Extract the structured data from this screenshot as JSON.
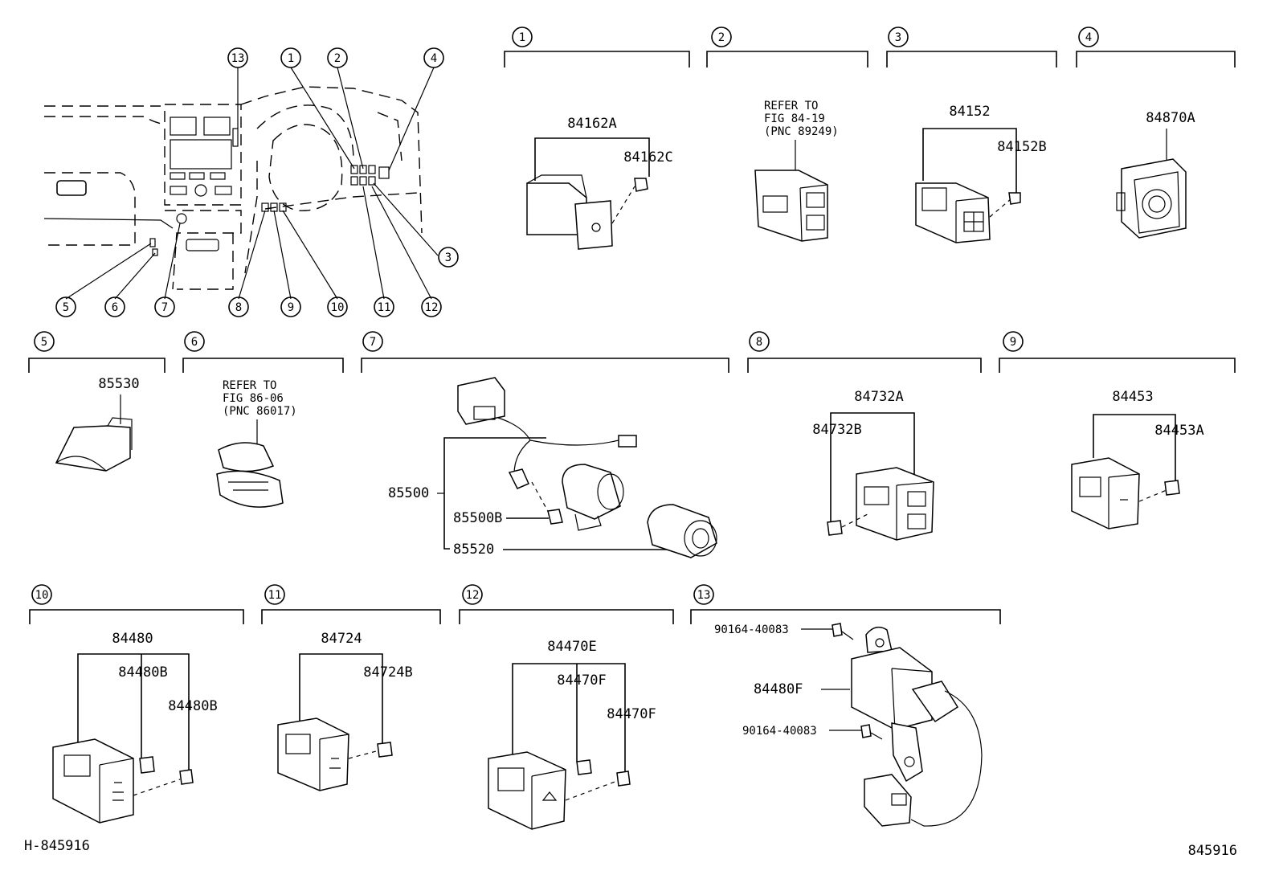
{
  "overview": {
    "callouts": [
      "13",
      "1",
      "2",
      "4",
      "3",
      "5",
      "6",
      "7",
      "8",
      "9",
      "10",
      "11",
      "12"
    ]
  },
  "panels": [
    {
      "num": "1",
      "parts": [
        "84162A",
        "84162C"
      ]
    },
    {
      "num": "2",
      "note": [
        "REFER TO",
        "FIG 84-19",
        "(PNC 89249)"
      ]
    },
    {
      "num": "3",
      "parts": [
        "84152",
        "84152B"
      ]
    },
    {
      "num": "4",
      "parts": [
        "84870A"
      ]
    },
    {
      "num": "5",
      "parts": [
        "85530"
      ]
    },
    {
      "num": "6",
      "note": [
        "REFER TO",
        "FIG 86-06",
        "(PNC 86017)"
      ]
    },
    {
      "num": "7",
      "parts": [
        "85500",
        "85500B",
        "85520"
      ]
    },
    {
      "num": "8",
      "parts": [
        "84732A",
        "84732B"
      ]
    },
    {
      "num": "9",
      "parts": [
        "84453",
        "84453A"
      ]
    },
    {
      "num": "10",
      "parts": [
        "84480",
        "84480B",
        "84480B"
      ]
    },
    {
      "num": "11",
      "parts": [
        "84724",
        "84724B"
      ]
    },
    {
      "num": "12",
      "parts": [
        "84470E",
        "84470F",
        "84470F"
      ]
    },
    {
      "num": "13",
      "parts": [
        "90164-40083",
        "84480F",
        "90164-40083"
      ]
    }
  ],
  "footer": {
    "left_code": "H-845916",
    "right_code": "845916"
  }
}
